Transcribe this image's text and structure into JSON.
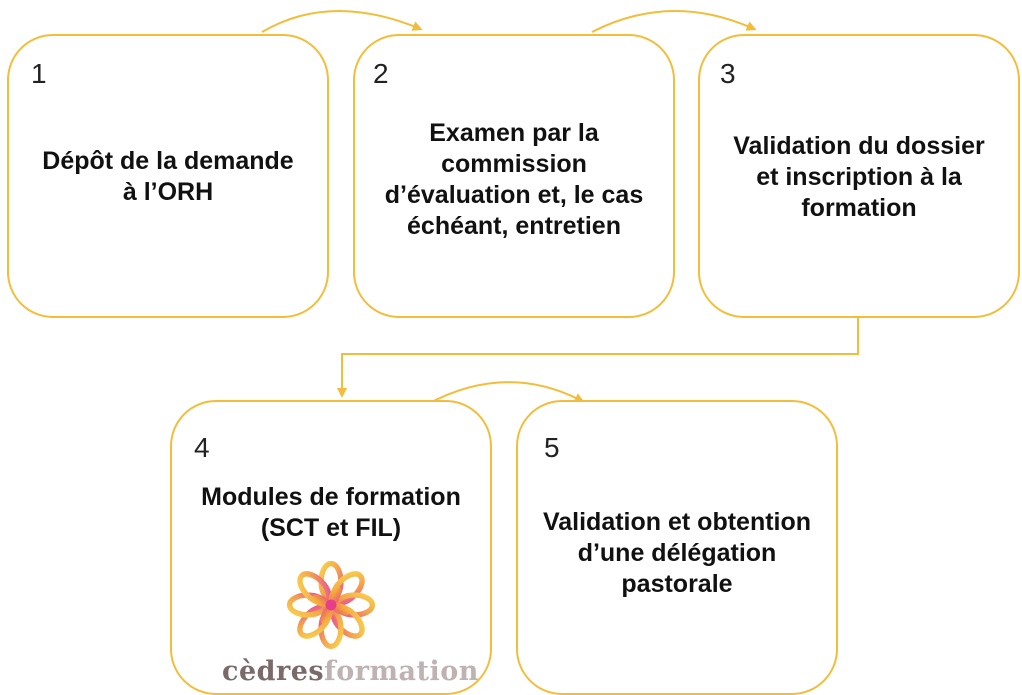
{
  "colors": {
    "accent": "#f2bd3a",
    "logo_pink": "#e83d8c",
    "logo_orange": "#f29a3a",
    "logo_yellow": "#f8cf3a"
  },
  "steps": [
    {
      "number": "1",
      "text": [
        "Dépôt de la demande",
        "à l’ORH"
      ]
    },
    {
      "number": "2",
      "text": [
        "Examen par la",
        "commission",
        "d’évaluation et, le cas",
        "échéant, entretien"
      ]
    },
    {
      "number": "3",
      "text": [
        "Validation du dossier",
        "et inscription à la",
        "formation"
      ]
    },
    {
      "number": "4",
      "text": [
        "Modules de formation",
        "(SCT et FIL)"
      ]
    },
    {
      "number": "5",
      "text": [
        "Validation et obtention",
        "d’une délégation",
        "pastorale"
      ]
    }
  ],
  "logo": {
    "name_part1": "cèdres",
    "name_part2": "formation",
    "icon": "flower-mandala-icon"
  }
}
